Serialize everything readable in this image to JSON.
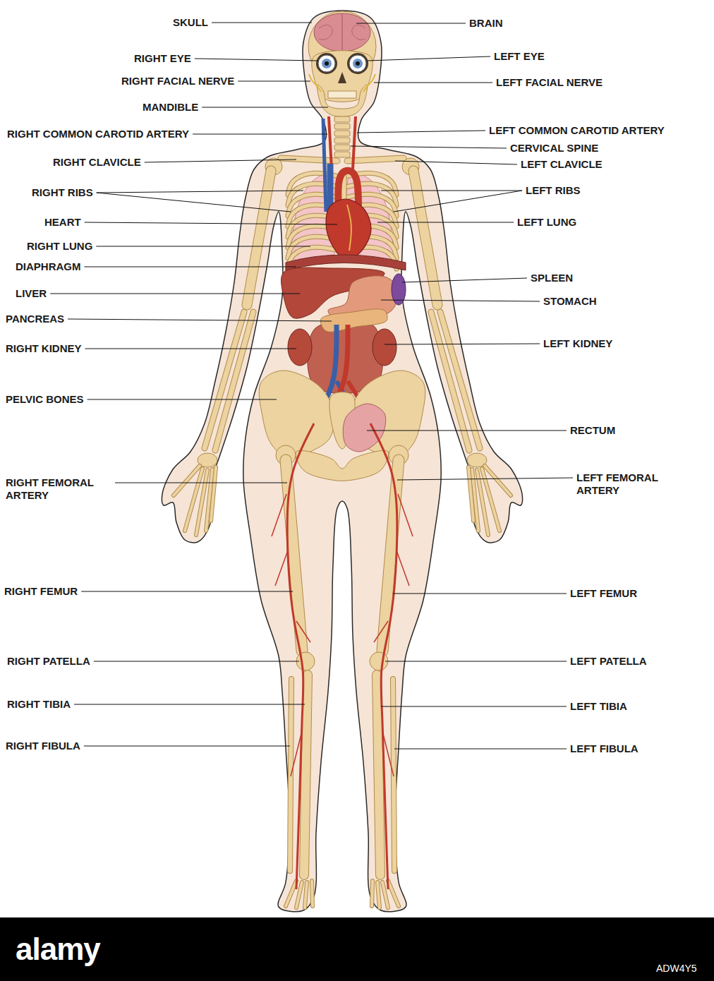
{
  "diagram": {
    "labels": [
      "SKULL",
      "BRAIN",
      "RIGHT EYE",
      "LEFT EYE",
      "RIGHT FACIAL NERVE",
      "LEFT FACIAL NERVE",
      "MANDIBLE",
      "RIGHT COMMON CAROTID ARTERY",
      "LEFT COMMON CAROTID ARTERY",
      "CERVICAL SPINE",
      "RIGHT CLAVICLE",
      "LEFT CLAVICLE",
      "RIGHT RIBS",
      "LEFT RIBS",
      "HEART",
      "LEFT LUNG",
      "RIGHT LUNG",
      "DIAPHRAGM",
      "SPLEEN",
      "LIVER",
      "STOMACH",
      "PANCREAS",
      "RIGHT KIDNEY",
      "LEFT KIDNEY",
      "PELVIC BONES",
      "RECTUM",
      "RIGHT FEMORAL ARTERY",
      "LEFT FEMORAL ARTERY",
      "RIGHT FEMUR",
      "LEFT FEMUR",
      "RIGHT PATELLA",
      "LEFT PATELLA",
      "RIGHT TIBIA",
      "LEFT TIBIA",
      "RIGHT FIBULA",
      "LEFT FIBULA",
      "alamy",
      "ADW4Y5"
    ]
  }
}
